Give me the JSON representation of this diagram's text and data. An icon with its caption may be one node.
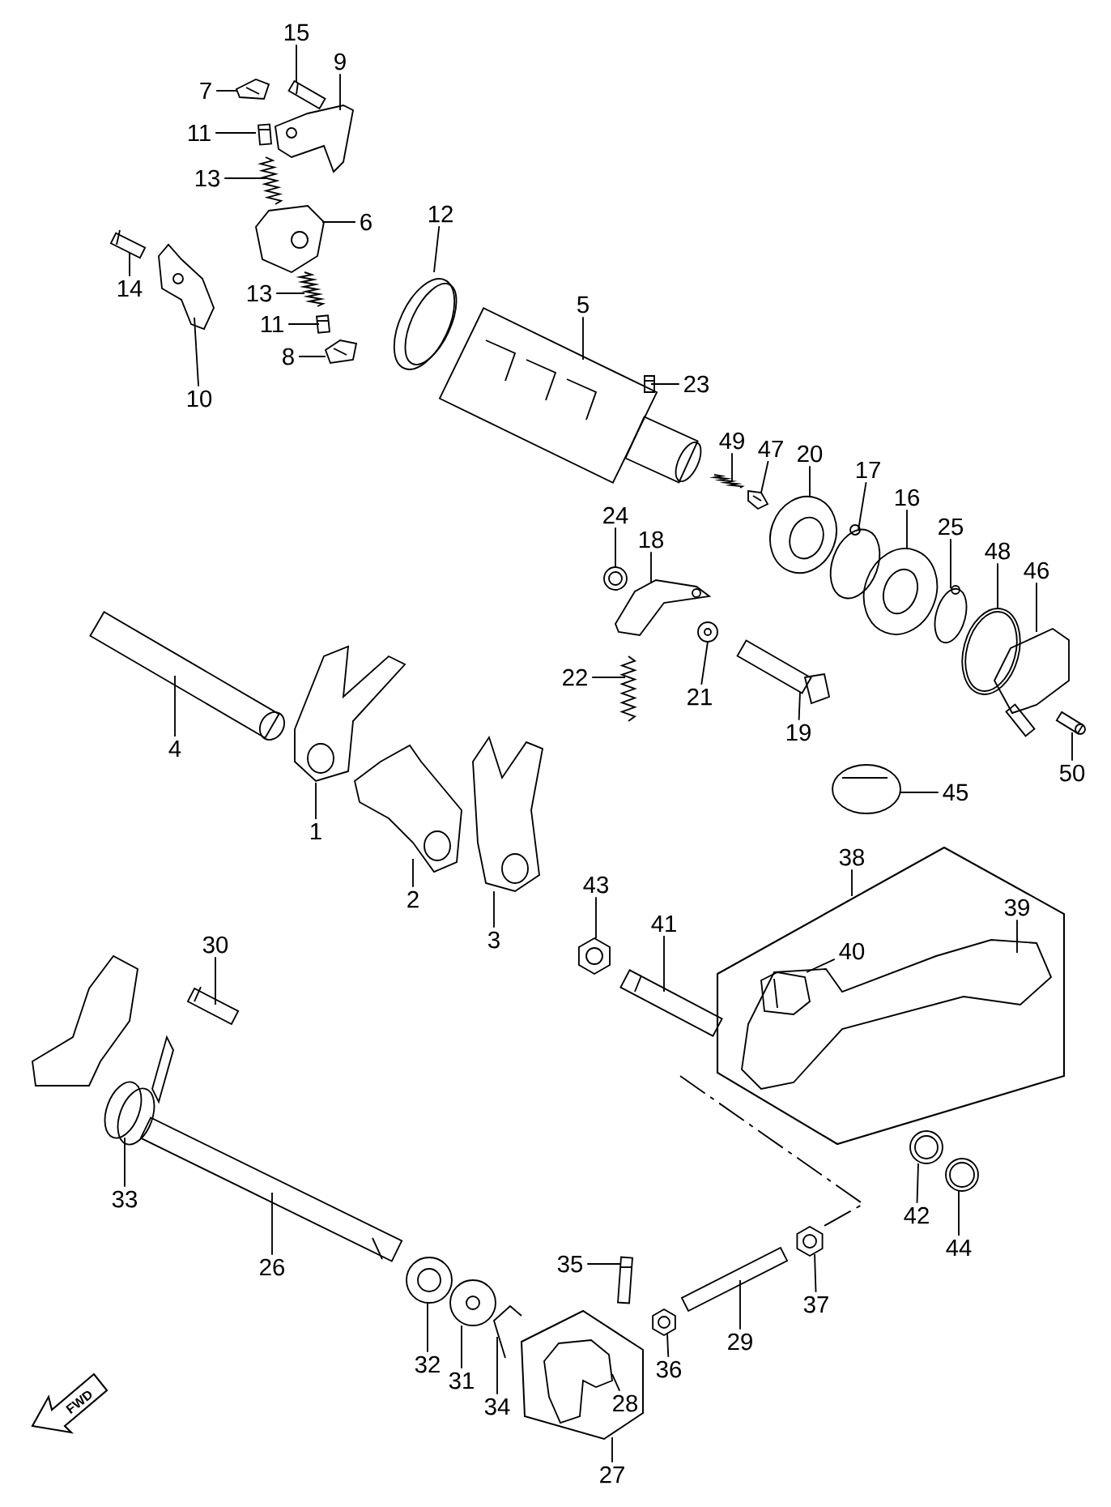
{
  "diagram": {
    "nodes": [
      {
        "text": [],
        "shape": "box"
      },
      {
        "text": [],
        "shape": "hexagon"
      },
      {
        "text": [
          "15"
        ]
      },
      {
        "text": [
          "9"
        ]
      },
      {
        "text": [
          "7"
        ]
      },
      {
        "text": [
          "11"
        ]
      },
      {
        "text": [
          "13"
        ]
      },
      {
        "text": [
          "6"
        ]
      },
      {
        "text": [
          "12"
        ]
      },
      {
        "text": [
          "14"
        ]
      },
      {
        "text": [
          "13"
        ]
      },
      {
        "text": [
          "5"
        ]
      },
      {
        "text": [
          "11"
        ]
      },
      {
        "text": [
          "8"
        ]
      },
      {
        "text": [
          "23"
        ]
      },
      {
        "text": [
          "10"
        ]
      },
      {
        "text": [
          "49"
        ]
      },
      {
        "text": [
          "47"
        ]
      },
      {
        "text": [
          "20"
        ]
      },
      {
        "text": [
          "17"
        ]
      },
      {
        "text": [
          "16"
        ]
      },
      {
        "text": [
          "24"
        ]
      },
      {
        "text": [
          "25"
        ]
      },
      {
        "text": [
          "18"
        ]
      },
      {
        "text": [
          "48"
        ]
      },
      {
        "text": [
          "46"
        ]
      },
      {
        "text": [
          "22"
        ]
      },
      {
        "text": [
          "19"
        ]
      },
      {
        "text": [
          "21"
        ]
      },
      {
        "text": [
          "4"
        ]
      },
      {
        "text": [
          "50"
        ]
      },
      {
        "text": [
          "45"
        ]
      },
      {
        "text": [
          "1"
        ]
      },
      {
        "text": [
          "38"
        ]
      },
      {
        "text": [
          "43"
        ]
      },
      {
        "text": [
          "2"
        ]
      },
      {
        "text": [
          "39"
        ],
        "in": 0
      },
      {
        "text": [
          "41"
        ]
      },
      {
        "text": [
          "30"
        ]
      },
      {
        "text": [
          "3"
        ]
      },
      {
        "text": [
          "40"
        ],
        "in": 0
      },
      {
        "text": [
          "33"
        ]
      },
      {
        "text": [
          "42"
        ]
      },
      {
        "text": [
          "44"
        ]
      },
      {
        "text": [
          "35"
        ]
      },
      {
        "text": [
          "26"
        ]
      },
      {
        "text": [
          "37"
        ]
      },
      {
        "text": [
          "29"
        ]
      },
      {
        "text": [
          "32"
        ]
      },
      {
        "text": [
          "36"
        ]
      },
      {
        "text": [
          "31"
        ]
      },
      {
        "text": [
          "28"
        ],
        "in": 1
      },
      {
        "text": [
          "34"
        ]
      },
      {
        "text": [
          "27"
        ]
      },
      {
        "text": [],
        "shape": "picture"
      },
      {
        "text": [],
        "shape": "picture"
      },
      {
        "text": [],
        "shape": "picture"
      },
      {
        "text": [],
        "shape": "picture"
      },
      {
        "text": [],
        "shape": "picture"
      },
      {
        "text": [],
        "shape": "picture"
      },
      {
        "text": [],
        "shape": "picture"
      },
      {
        "text": [],
        "shape": "picture"
      },
      {
        "text": [],
        "shape": "picture"
      },
      {
        "text": [],
        "shape": "picture"
      },
      {
        "text": [],
        "shape": "picture"
      },
      {
        "text": [],
        "shape": "picture"
      },
      {
        "text": [],
        "shape": "picture"
      },
      {
        "text": [],
        "shape": "picture"
      },
      {
        "text": [],
        "shape": "picture"
      },
      {
        "text": [],
        "shape": "picture"
      },
      {
        "text": [],
        "shape": "picture"
      },
      {
        "text": [],
        "shape": "picture"
      },
      {
        "text": [],
        "shape": "picture"
      },
      {
        "text": [],
        "shape": "picture"
      },
      {
        "text": [],
        "shape": "picture"
      },
      {
        "text": [],
        "shape": "picture"
      },
      {
        "text": [],
        "shape": "picture"
      },
      {
        "text": [],
        "shape": "picture"
      },
      {
        "text": [],
        "shape": "picture"
      },
      {
        "text": [],
        "shape": "picture"
      },
      {
        "text": [],
        "shape": "picture"
      },
      {
        "text": [],
        "shape": "picture"
      },
      {
        "text": [],
        "shape": "picture"
      },
      {
        "text": [],
        "shape": "picture"
      },
      {
        "text": [],
        "shape": "picture"
      },
      {
        "text": [],
        "shape": "picture"
      },
      {
        "text": [],
        "shape": "picture"
      },
      {
        "text": [],
        "shape": "picture",
        "in": 0
      },
      {
        "text": [],
        "shape": "picture"
      },
      {
        "text": [],
        "shape": "picture"
      },
      {
        "text": [],
        "shape": "picture"
      },
      {
        "text": [],
        "shape": "picture",
        "in": 87
      },
      {
        "text": [],
        "shape": "picture"
      },
      {
        "text": [],
        "shape": "picture"
      },
      {
        "text": [],
        "shape": "picture"
      },
      {
        "text": [],
        "shape": "picture"
      },
      {
        "text": [],
        "shape": "picture"
      },
      {
        "text": [],
        "shape": "picture"
      },
      {
        "text": [],
        "shape": "picture"
      },
      {
        "text": [],
        "shape": "picture"
      },
      {
        "text": [],
        "shape": "picture"
      },
      {
        "text": [],
        "shape": "picture"
      },
      {
        "text": [],
        "shape": "picture",
        "in": 1
      },
      {
        "text": [],
        "shape": "picture"
      },
      {
        "text": [
          "FWD"
        ]
      }
    ],
    "edges": [
      {
        "from": 2,
        "to": 54,
        "arrow": "none"
      },
      {
        "from": 3,
        "to": 55,
        "arrow": "none"
      },
      {
        "from": 4,
        "to": 56,
        "arrow": "none"
      },
      {
        "from": 5,
        "to": 57,
        "arrow": "none"
      },
      {
        "from": 6,
        "to": 58,
        "arrow": "none"
      },
      {
        "from": 7,
        "to": 59,
        "arrow": "none"
      },
      {
        "from": 8,
        "to": 60,
        "arrow": "none"
      },
      {
        "from": 9,
        "to": 61,
        "arrow": "none"
      },
      {
        "from": 10,
        "to": 62,
        "arrow": "none"
      },
      {
        "from": 11,
        "to": 63,
        "arrow": "none"
      },
      {
        "from": 12,
        "to": 64,
        "arrow": "none"
      },
      {
        "from": 13,
        "to": 65,
        "arrow": "none"
      },
      {
        "from": 14,
        "to": 66,
        "arrow": "none"
      },
      {
        "from": 15,
        "to": 67,
        "arrow": "none"
      },
      {
        "from": 16,
        "to": 68,
        "arrow": "none"
      },
      {
        "from": 17,
        "to": 69,
        "arrow": "none"
      },
      {
        "from": 18,
        "to": 70,
        "arrow": "none"
      },
      {
        "from": 19,
        "to": 71,
        "arrow": "none"
      },
      {
        "from": 20,
        "to": 72,
        "arrow": "none"
      },
      {
        "from": 21,
        "to": 73,
        "arrow": "none"
      },
      {
        "from": 22,
        "to": 74,
        "arrow": "none"
      },
      {
        "from": 23,
        "to": 75,
        "arrow": "none"
      },
      {
        "from": 24,
        "to": 76,
        "arrow": "none"
      },
      {
        "from": 25,
        "to": 77,
        "arrow": "none"
      },
      {
        "from": 26,
        "to": 78,
        "arrow": "none"
      },
      {
        "from": 27,
        "to": 79,
        "arrow": "none"
      },
      {
        "from": 28,
        "to": 80,
        "arrow": "none"
      },
      {
        "from": 29,
        "to": 81,
        "arrow": "none"
      },
      {
        "from": 30,
        "to": 82,
        "arrow": "none"
      },
      {
        "from": 31,
        "to": 83,
        "arrow": "none"
      },
      {
        "from": 32,
        "to": 84,
        "arrow": "none"
      },
      {
        "from": 33,
        "to": 0,
        "arrow": "none"
      },
      {
        "from": 34,
        "to": 85,
        "arrow": "none"
      },
      {
        "from": 35,
        "to": 86,
        "arrow": "none"
      },
      {
        "from": 36,
        "to": 87,
        "arrow": "none"
      },
      {
        "from": 37,
        "to": 88,
        "arrow": "none"
      },
      {
        "from": 38,
        "to": 89,
        "arrow": "none"
      },
      {
        "from": 39,
        "to": 90,
        "arrow": "none"
      },
      {
        "from": 40,
        "to": 91,
        "arrow": "none"
      },
      {
        "from": 41,
        "to": 92,
        "arrow": "none"
      },
      {
        "from": 42,
        "to": 93,
        "arrow": "none"
      },
      {
        "from": 43,
        "to": 94,
        "arrow": "none"
      },
      {
        "from": 44,
        "to": 95,
        "arrow": "none"
      },
      {
        "from": 45,
        "to": 96,
        "arrow": "none"
      },
      {
        "from": 46,
        "to": 97,
        "arrow": "none"
      },
      {
        "from": 47,
        "to": 98,
        "arrow": "none"
      },
      {
        "from": 48,
        "to": 99,
        "arrow": "none"
      },
      {
        "from": 49,
        "to": 100,
        "arrow": "none"
      },
      {
        "from": 50,
        "to": 101,
        "arrow": "none"
      },
      {
        "from": 51,
        "to": 102,
        "arrow": "none"
      },
      {
        "from": 52,
        "to": 103,
        "arrow": "none"
      },
      {
        "from": 53,
        "to": 1,
        "arrow": "none"
      }
    ]
  }
}
